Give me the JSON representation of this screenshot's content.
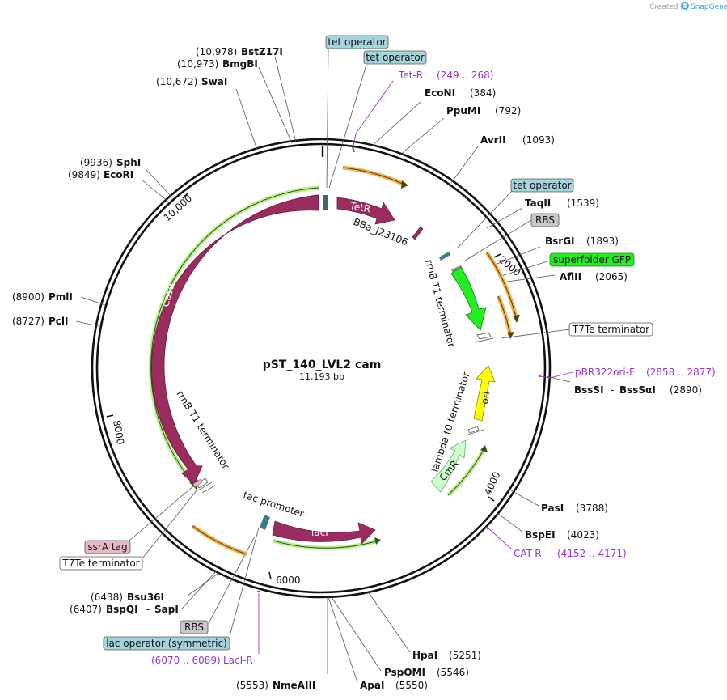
{
  "credit": {
    "prefix": "Created by",
    "brand": "SnapGene"
  },
  "plasmid": {
    "name": "pST_140_LVL2 cam",
    "length": "11,193 bp"
  },
  "ticks": [
    "2000",
    "4000",
    "6000",
    "8000",
    "10,000"
  ],
  "enzymes": {
    "bstz17i": {
      "pos": "(10,978)",
      "name": "BstZ17I"
    },
    "bmgbi": {
      "pos": "(10,973)",
      "name": "BmgBI"
    },
    "swai": {
      "pos": "(10,672)",
      "name": "SwaI"
    },
    "sphi": {
      "pos": "(9936)",
      "name": "SphI"
    },
    "ecori": {
      "pos": "(9849)",
      "name": "EcoRI"
    },
    "pmli": {
      "pos": "(8900)",
      "name": "PmlI"
    },
    "pcli": {
      "pos": "(8727)",
      "name": "PclI"
    },
    "econi": {
      "name": "EcoNI",
      "pos": "(384)"
    },
    "ppumi": {
      "name": "PpuMI",
      "pos": "(792)"
    },
    "avrii": {
      "name": "AvrII",
      "pos": "(1093)"
    },
    "taqii": {
      "name": "TaqII",
      "pos": "(1539)"
    },
    "bsrgi": {
      "name": "BsrGI",
      "pos": "(1893)"
    },
    "aflii": {
      "name": "AflII",
      "pos": "(2065)"
    },
    "bsssi": {
      "name": "BssSI",
      "sep": "-",
      "name2": "BssSαI",
      "pos": "(2890)"
    },
    "pasi": {
      "name": "PasI",
      "pos": "(3788)"
    },
    "bspei": {
      "name": "BspEI",
      "pos": "(4023)"
    },
    "hpai": {
      "name": "HpaI",
      "pos": "(5251)"
    },
    "pspomi": {
      "name": "PspOMI",
      "pos": "(5546)"
    },
    "apai": {
      "name": "ApaI",
      "pos": "(5550)"
    },
    "nmeaiii": {
      "pos": "(5553)",
      "name": "NmeAIII"
    },
    "bsu36i": {
      "pos": "(6438)",
      "name": "Bsu36I"
    },
    "bspqi": {
      "pos": "(6407)",
      "name": "BspQI",
      "sep": "-",
      "name2": "SapI"
    }
  },
  "primers": {
    "tetr": {
      "name": "Tet-R",
      "range": "(249 .. 268)"
    },
    "pbr322": {
      "name": "pBR322ori-F",
      "range": "(2858 .. 2877)"
    },
    "catr": {
      "name": "CAT-R",
      "range": "(4152 .. 4171)"
    },
    "lacir": {
      "range": "(6070 .. 6089)",
      "name": "LacI-R"
    }
  },
  "boxed": {
    "tet_op_1": "tet operator",
    "tet_op_2": "tet operator",
    "tet_op_3": "tet operator",
    "rbs_1": "RBS",
    "sfgfp": "superfolder GFP",
    "t7te_right": "T7Te terminator",
    "ssra": "ssrA tag",
    "t7te_left": "T7Te terminator",
    "rbs_2": "RBS",
    "lac_op": "lac operator (symmetric)"
  },
  "features": {
    "tetr": "TetR",
    "bba": "BBa_J23106",
    "rrnb_top": "rrnB T1 terminator",
    "cas9": "Cas9",
    "rrnb_left": "rrnB T1 terminator",
    "tac": "tac promoter",
    "laci": "lacI",
    "lambda": "lambda t0 terminator",
    "cmr": "CmR",
    "ori": "ori"
  },
  "colors": {
    "cds": "#9b2d5e",
    "gfp": "#22ee22",
    "gfp_stroke": "#1a8a1a",
    "ori": "#ffff00",
    "cmr": "#ccffcc",
    "primer": "#9b30d9",
    "operator_fill": "#a6d4dc",
    "rbs_fill": "#c8c8c8",
    "ssra_fill": "#e8b8c4",
    "orf_orange": "#f0b050",
    "orf_green": "#b8ee88"
  }
}
